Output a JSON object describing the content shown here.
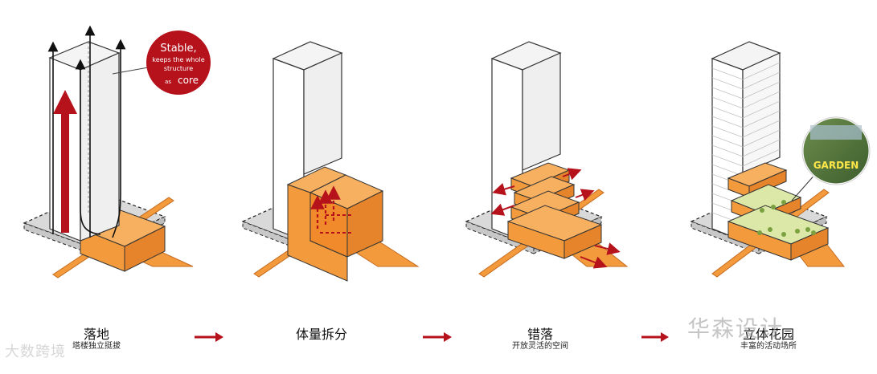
{
  "callout_stable": {
    "line1": "Stable,",
    "line2": "keeps the whole",
    "line3": "structure",
    "line4_prefix": "as",
    "line4_word": "core"
  },
  "garden_label": "GARDEN",
  "steps": [
    {
      "title": "落地",
      "subtitle": "塔楼独立挺拔"
    },
    {
      "title": "体量拆分",
      "subtitle": ""
    },
    {
      "title": "错落",
      "subtitle": "开放灵活的空间"
    },
    {
      "title": "立体花园",
      "subtitle": "丰富的活动场所"
    }
  ],
  "watermarks": {
    "left": "大数跨境",
    "right": "华森设计"
  },
  "colors": {
    "orange": "#f39a3c",
    "orange_dark": "#d8782a",
    "red": "#b5121b",
    "gray": "#d9d9d9",
    "outline": "#333333"
  }
}
